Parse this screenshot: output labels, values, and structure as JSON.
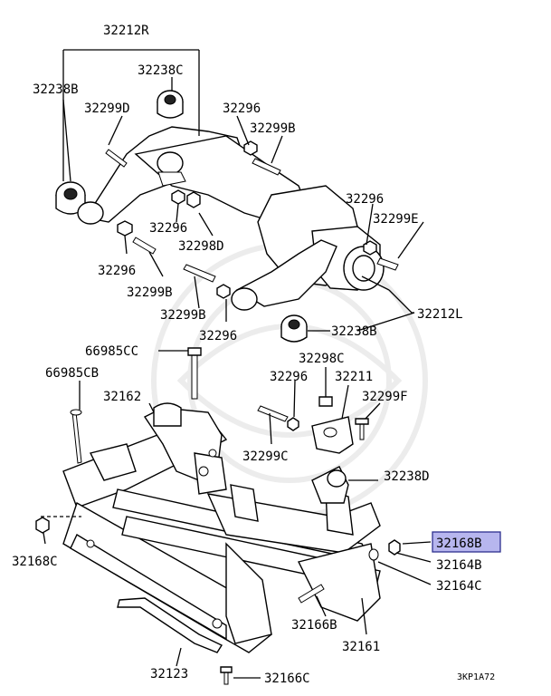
{
  "diagram": {
    "figure_code": "3KP1A72",
    "highlighted_part": "32168B",
    "labels": {
      "p32212R": "32212R",
      "p32238C": "32238C",
      "p32238B_top": "32238B",
      "p32299D": "32299D",
      "p32296_a": "32296",
      "p32299B_a": "32299B",
      "p32296_b": "32296",
      "p32299E": "32299E",
      "p32296_c": "32296",
      "p32298D": "32298D",
      "p32296_d": "32296",
      "p32299B_b": "32299B",
      "p32299B_c": "32299B",
      "p32212L": "32212L",
      "p32238B_right": "32238B",
      "p32296_e": "32296",
      "p66985CC": "66985CC",
      "p32298C": "32298C",
      "p66985CB": "66985CB",
      "p32296_f": "32296",
      "p32211": "32211",
      "p32162": "32162",
      "p32299F": "32299F",
      "p32299C": "32299C",
      "p32238D": "32238D",
      "p32168B": "32168B",
      "p32164B": "32164B",
      "p32168C": "32168C",
      "p32164C": "32164C",
      "p32166B": "32166B",
      "p32161": "32161",
      "p32123": "32123",
      "p32166C": "32166C"
    }
  }
}
